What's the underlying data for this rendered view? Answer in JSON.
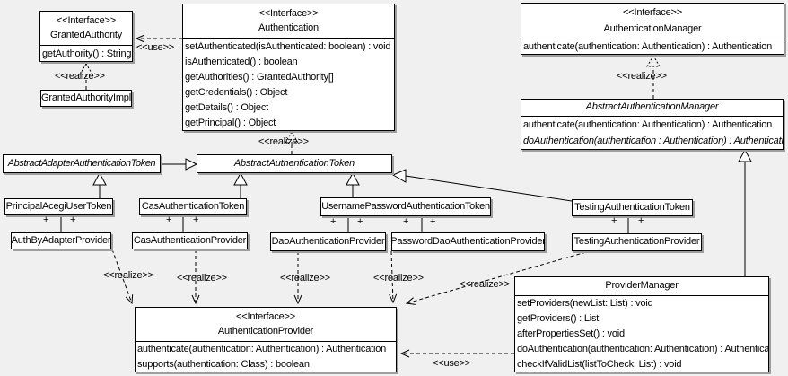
{
  "stereotypes": {
    "interface": "<<Interface>>",
    "realize": "<<realize>>",
    "use": "<<use>>",
    "plus": "+"
  },
  "classes": {
    "granted_authority": {
      "stereotype": "<<Interface>>",
      "name": "GrantedAuthority",
      "methods": [
        "getAuthority() : String"
      ]
    },
    "granted_authority_impl": {
      "name": "GrantedAuthorityImpl"
    },
    "authentication": {
      "stereotype": "<<Interface>>",
      "name": "Authentication",
      "methods": [
        "setAuthenticated(isAuthenticated: boolean) : void",
        "isAuthenticated() : boolean",
        "getAuthorities() : GrantedAuthority[]",
        "getCredentials() : Object",
        "getDetails() : Object",
        "getPrincipal() : Object"
      ]
    },
    "authentication_manager": {
      "stereotype": "<<Interface>>",
      "name": "AuthenticationManager",
      "methods": [
        "authenticate(authentication: Authentication) : Authentication"
      ]
    },
    "abstract_authentication_manager": {
      "name": "AbstractAuthenticationManager",
      "methods": [
        "authenticate(authentication: Authentication) : Authentication",
        "doAuthentication(authentication : Authentication) : Authentication"
      ]
    },
    "abstract_adapter_authentication_token": {
      "name": "AbstractAdapterAuthenticationToken"
    },
    "abstract_authentication_token": {
      "name": "AbstractAuthenticationToken"
    },
    "principal_acegi_user_token": {
      "name": "PrincipalAcegiUserToken"
    },
    "cas_authentication_token": {
      "name": "CasAuthenticationToken"
    },
    "username_password_authentication_token": {
      "name": "UsernamePasswordAuthenticationToken"
    },
    "testing_authentication_token": {
      "name": "TestingAuthenticationToken"
    },
    "auth_by_adapter_provider": {
      "name": "AuthByAdapterProvider"
    },
    "cas_authentication_provider": {
      "name": "CasAuthenticationProvider"
    },
    "dao_authentication_provider": {
      "name": "DaoAuthenticationProvider"
    },
    "password_dao_authentication_provider": {
      "name": "PasswordDaoAuthenticationProvider"
    },
    "testing_authentication_provider": {
      "name": "TestingAuthenticationProvider"
    },
    "authentication_provider": {
      "stereotype": "<<Interface>>",
      "name": "AuthenticationProvider",
      "methods": [
        "authenticate(authentication: Authentication) : Authentication",
        "supports(authentication: Class) : boolean"
      ]
    },
    "provider_manager": {
      "name": "ProviderManager",
      "methods": [
        "setProviders(newList: List) : void",
        "getProviders() : List",
        "afterPropertiesSet() : void",
        "doAuthentication(authentication: Authentication) : Authentication",
        "checkIfValidList(listToCheck: List) : void"
      ]
    }
  }
}
